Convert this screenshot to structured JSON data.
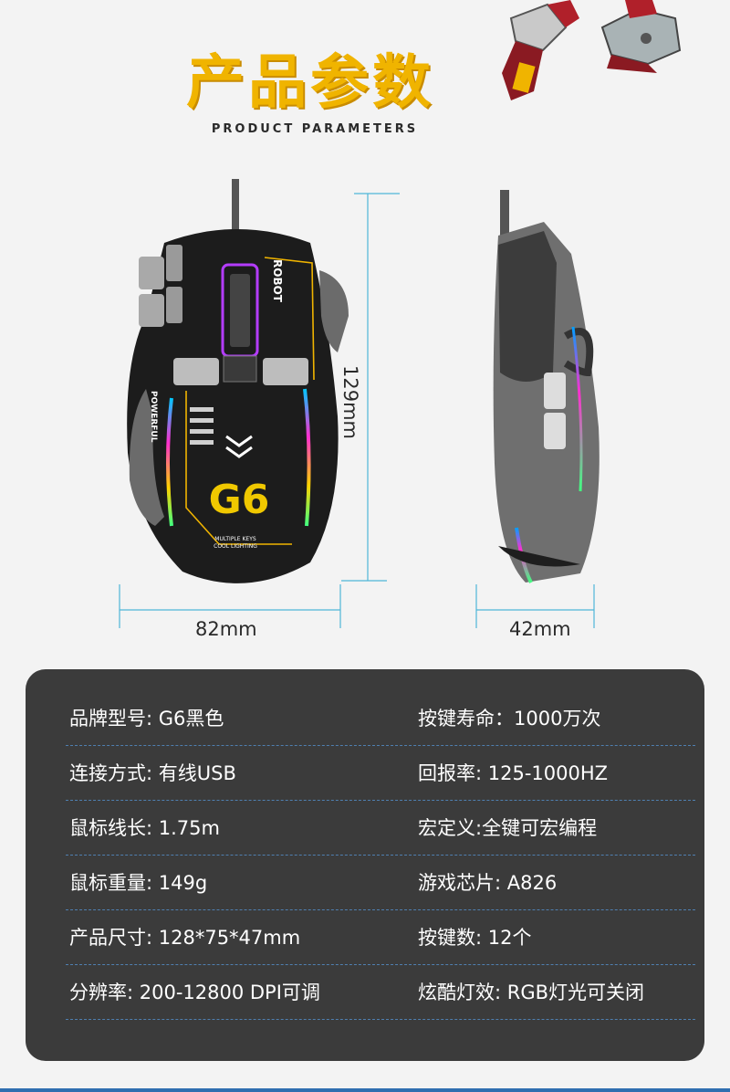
{
  "header": {
    "title_cn": "产品参数",
    "title_en": "PRODUCT PARAMETERS"
  },
  "dimensions": {
    "width": "82mm",
    "height": "129mm",
    "depth": "42mm"
  },
  "mouse": {
    "model_badge": "G6",
    "brand_top": "ROBOT",
    "brand_side": "POWERFUL",
    "tagline_1": "MULTIPLE KEYS",
    "tagline_2": "COOL LIGHTING"
  },
  "colors": {
    "accent_yellow": "#f0b400",
    "panel_bg": "#3b3b3b",
    "divider_blue": "#4f7fb0",
    "dim_line": "#4fb6d8"
  },
  "specs": [
    {
      "left": "品牌型号: G6黑色",
      "right": "按键寿命：1000万次"
    },
    {
      "left": "连接方式: 有线USB",
      "right": "回报率: 125-1000HZ"
    },
    {
      "left": "鼠标线长: 1.75m",
      "right": "宏定义:全键可宏编程"
    },
    {
      "left": "鼠标重量: 149g",
      "right": "游戏芯片: A826"
    },
    {
      "left": "产品尺寸: 128*75*47mm",
      "right": "按键数: 12个"
    },
    {
      "left": "分辨率: 200-12800 DPI可调",
      "right": "炫酷灯效: RGB灯光可关闭"
    }
  ]
}
